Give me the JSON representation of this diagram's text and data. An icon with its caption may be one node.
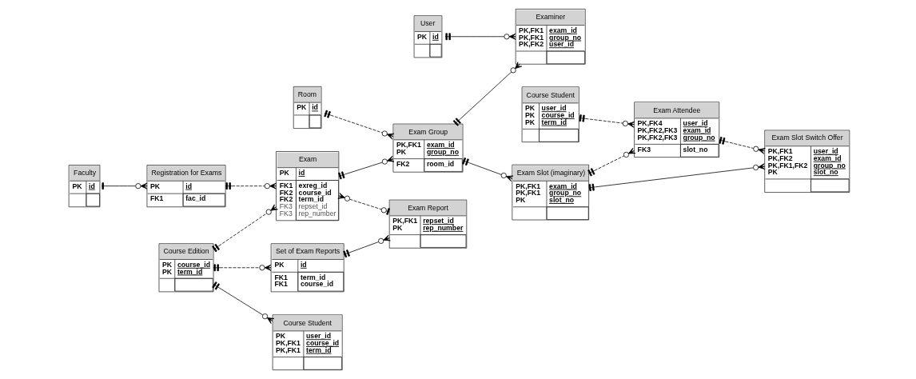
{
  "diagram": {
    "nodes": [
      {
        "text": [
          "Course Student",
          "PK",
          "user_id",
          "PK,FK1",
          "course_id",
          "PK,FK1",
          "term_id"
        ]
      },
      {
        "text": [
          "Registration for Exams",
          "PK",
          "id",
          "FK1",
          "fac_id"
        ]
      },
      {
        "text": [
          "Faculty",
          "PK",
          "id"
        ]
      },
      {
        "text": [
          "Examiner",
          "PK,FK1",
          "exam_id",
          "PK,FK1",
          "group_no",
          "PK,FK2",
          "user_id"
        ]
      },
      {
        "text": [
          "User",
          "PK",
          "id"
        ]
      },
      {
        "text": [
          "Exam Attendee",
          "PK,FK4",
          "user_id",
          "PK,FK2,FK3",
          "exam_id",
          "PK,FK2,FK3",
          "group_no",
          "FK3",
          "slot_no"
        ]
      },
      {
        "text": [
          "Course Student",
          "PK",
          "user_id",
          "PK",
          "course_id",
          "PK",
          "term_id"
        ]
      },
      {
        "text": [
          "Course Edition",
          "PK",
          "course_id",
          "PK",
          "term_id"
        ]
      },
      {
        "text": [
          "Exam",
          "PK",
          "id",
          "FK1",
          "exreg_id",
          "FK2",
          "course_id",
          "FK2",
          "term_id",
          "FK3",
          "repset_id",
          "FK3",
          "rep_number"
        ]
      },
      {
        "text": [
          "Exam Group",
          "PK,FK1",
          "exam_id",
          "PK",
          "group_no",
          "FK2",
          "room_id"
        ]
      },
      {
        "text": [
          "Exam Slot (imaginary)",
          "PK,FK1",
          "exam_id",
          "PK,FK1",
          "group_no",
          "PK",
          "slot_no"
        ]
      },
      {
        "text": [
          "Exam Slot Switch Offer",
          "PK,FK1",
          "user_id",
          "PK,FK2",
          "exam_id",
          "PK,FK1,FK2",
          "group_no",
          "PK",
          "slot_no"
        ]
      },
      {
        "text": [
          "Set of Exam Reports",
          "PK",
          "id",
          "FK1",
          "term_id",
          "FK1",
          "course_id"
        ]
      },
      {
        "text": [
          "Exam Report",
          "PK,FK1",
          "repset_id",
          "PK",
          "rep_number"
        ]
      },
      {
        "text": [
          "Room",
          "PK",
          "id"
        ]
      }
    ],
    "edges": [
      {
        "from": 7,
        "to": 0,
        "arrow": "other"
      },
      {
        "from": 2,
        "to": 1,
        "arrow": "other"
      },
      {
        "from": 1,
        "to": 8,
        "arrow": "other",
        "style": "dashed"
      },
      {
        "from": 4,
        "to": 3,
        "arrow": "other"
      },
      {
        "from": 9,
        "to": 3,
        "arrow": "other"
      },
      {
        "from": 6,
        "to": 5,
        "arrow": "other",
        "style": "dashed"
      },
      {
        "from": 10,
        "to": 5,
        "arrow": "other",
        "style": "dashed"
      },
      {
        "from": 5,
        "to": 11,
        "arrow": "other",
        "style": "dashed"
      },
      {
        "from": 7,
        "to": 8,
        "arrow": "other",
        "style": "dashed"
      },
      {
        "from": 8,
        "to": 9,
        "arrow": "other"
      },
      {
        "from": 9,
        "to": 10,
        "arrow": "other"
      },
      {
        "from": 10,
        "to": 11,
        "arrow": "other"
      },
      {
        "from": 7,
        "to": 12,
        "arrow": "other",
        "style": "dashed"
      },
      {
        "from": 8,
        "to": 13,
        "arrow": "other",
        "style": "dashed"
      },
      {
        "from": 12,
        "to": 13,
        "arrow": "other"
      },
      {
        "from": 14,
        "to": 9,
        "arrow": "other",
        "style": "dashed"
      }
    ]
  }
}
